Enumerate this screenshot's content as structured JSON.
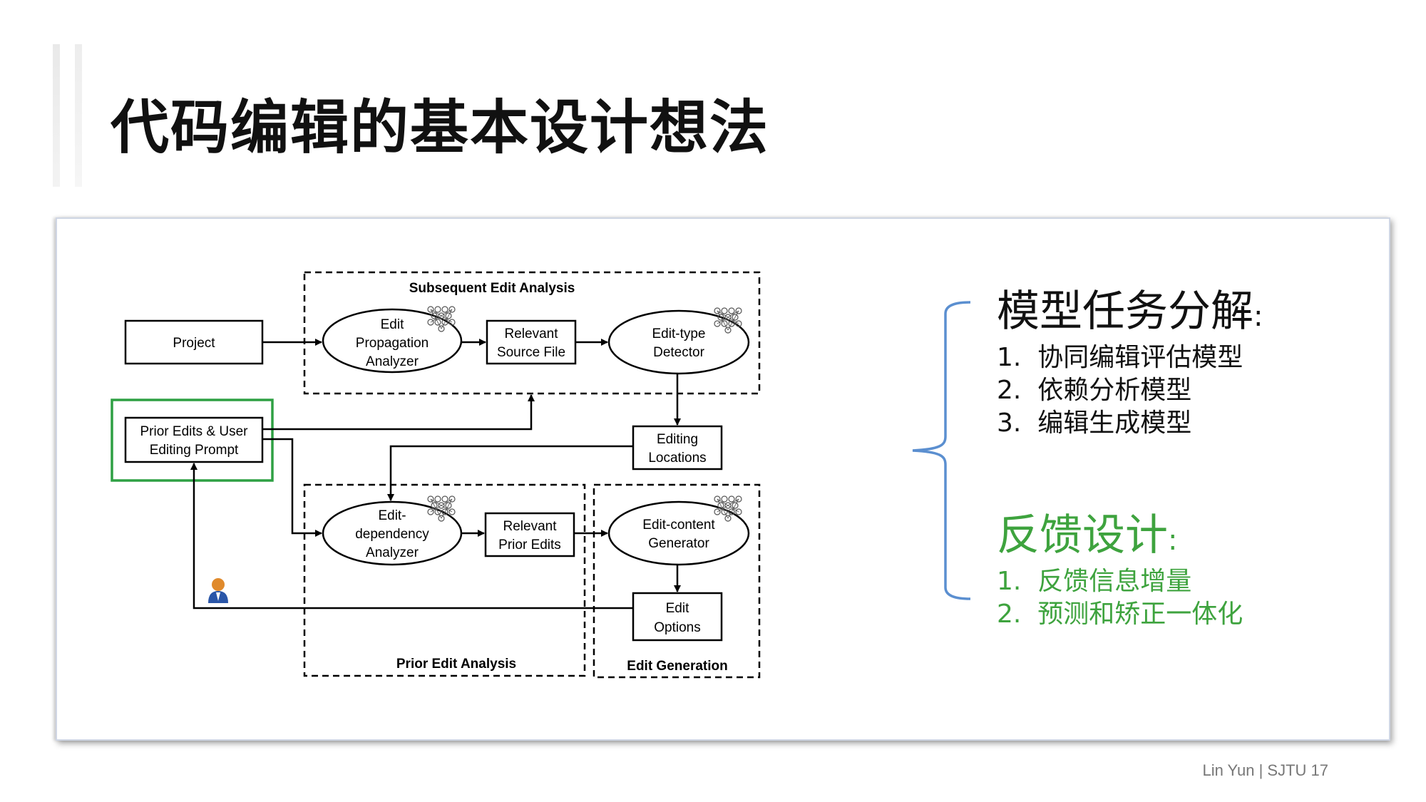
{
  "slide": {
    "title": "代码编辑的基本设计想法",
    "footer": "Lin Yun | SJTU 17"
  },
  "diagram": {
    "group_subsequent": "Subsequent Edit Analysis",
    "group_prior": "Prior Edit Analysis",
    "group_generation": "Edit Generation",
    "project": "Project",
    "prior_edits_line1": "Prior Edits & User",
    "prior_edits_line2": "Editing Prompt",
    "edit_prop_line1": "Edit",
    "edit_prop_line2": "Propagation",
    "edit_prop_line3": "Analyzer",
    "relevant_source_line1": "Relevant",
    "relevant_source_line2": "Source File",
    "edit_type_line1": "Edit-type",
    "edit_type_line2": "Detector",
    "editing_loc_line1": "Editing",
    "editing_loc_line2": "Locations",
    "edit_dep_line1": "Edit-",
    "edit_dep_line2": "dependency",
    "edit_dep_line3": "Analyzer",
    "relevant_prior_line1": "Relevant",
    "relevant_prior_line2": "Prior Edits",
    "edit_content_line1": "Edit-content",
    "edit_content_line2": "Generator",
    "edit_options_line1": "Edit",
    "edit_options_line2": "Options",
    "colors": {
      "highlight_box": "#2ea043",
      "brace": "#5b8fd0",
      "line": "#000000"
    }
  },
  "right": {
    "section1_title": "模型任务分解",
    "section1_colon": ":",
    "section1_items": [
      {
        "num": "1.",
        "text": "协同编辑评估模型"
      },
      {
        "num": "2.",
        "text": "依赖分析模型"
      },
      {
        "num": "3.",
        "text": "编辑生成模型"
      }
    ],
    "section2_title": "反馈设计",
    "section2_colon": ":",
    "section2_items": [
      {
        "num": "1.",
        "text": "反馈信息增量"
      },
      {
        "num": "2.",
        "text": "预测和矫正一体化"
      }
    ]
  }
}
